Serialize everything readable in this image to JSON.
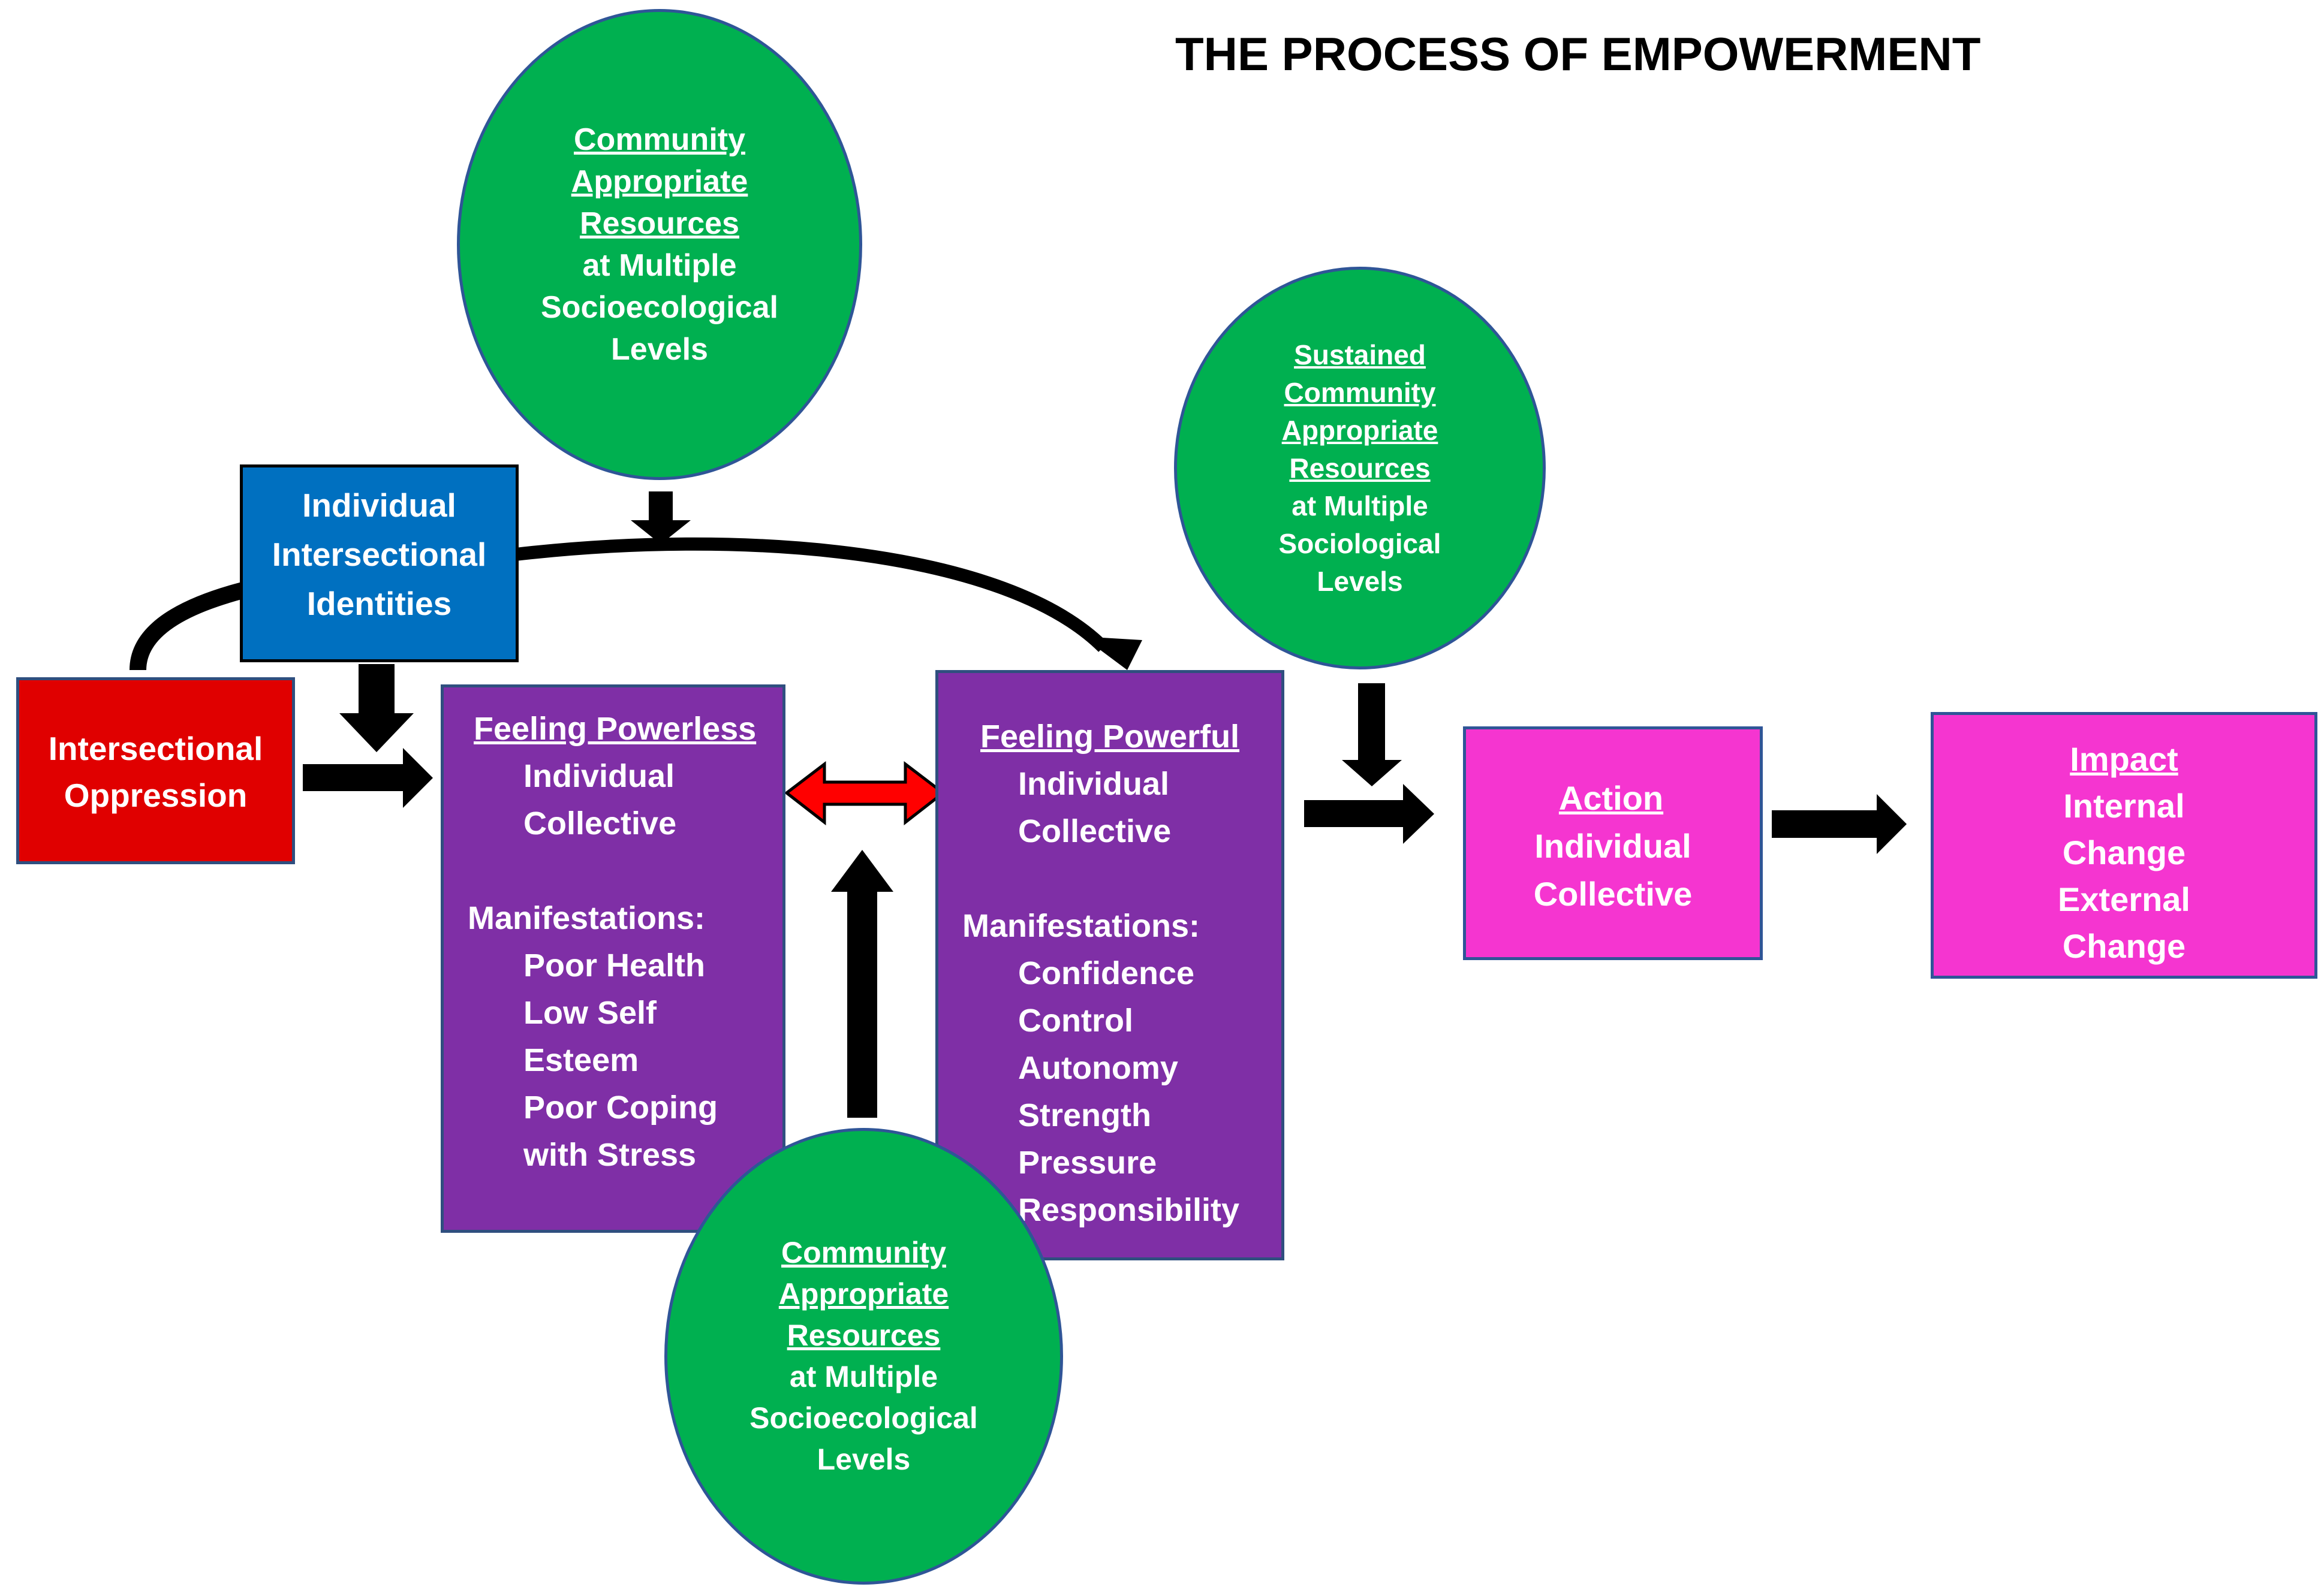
{
  "title": "THE PROCESS OF EMPOWERMENT",
  "colors": {
    "green": "#00b050",
    "blue": "#0070c0",
    "red": "#e00000",
    "purple": "#7f2fa6",
    "magenta": "#f535d0",
    "arrow": "#000000",
    "double_arrow": "#ff0000"
  },
  "nodes": {
    "community_top": {
      "underlined": [
        "Community",
        "Appropriate",
        "Resources"
      ],
      "plain": [
        "at Multiple",
        "Socioecological",
        "Levels"
      ]
    },
    "sustained": {
      "underlined": [
        "Sustained",
        "Community",
        "Appropriate",
        "Resources"
      ],
      "plain": [
        "at Multiple",
        "Sociological",
        "Levels"
      ]
    },
    "community_bottom": {
      "underlined": [
        "Community",
        "Appropriate",
        "Resources"
      ],
      "plain": [
        "at Multiple",
        "Socioecological",
        "Levels"
      ]
    },
    "identities": {
      "lines": [
        "Individual",
        "Intersectional",
        "Identities"
      ]
    },
    "oppression": {
      "lines": [
        "Intersectional",
        "Oppression"
      ]
    },
    "powerless": {
      "heading": "Feeling Powerless",
      "types": [
        "Individual",
        "Collective"
      ],
      "manifest_label": "Manifestations:",
      "items": [
        "Poor Health",
        "Low Self",
        "Esteem",
        "Poor Coping",
        "with Stress"
      ]
    },
    "powerful": {
      "heading": "Feeling Powerful",
      "types": [
        "Individual",
        "Collective"
      ],
      "manifest_label": "Manifestations:",
      "items": [
        "Confidence",
        "Control",
        "Autonomy",
        "Strength",
        "Pressure",
        "Responsibility"
      ]
    },
    "action": {
      "heading": "Action",
      "lines": [
        "Individual",
        "Collective"
      ]
    },
    "impact": {
      "heading": "Impact",
      "lines": [
        "Internal",
        "Change",
        "External",
        "Change"
      ]
    }
  }
}
